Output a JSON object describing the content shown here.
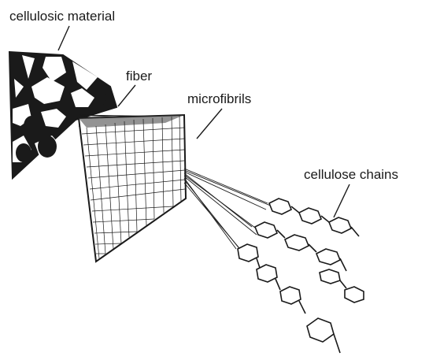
{
  "labels": {
    "material": "cellulosic material",
    "fiber": "fiber",
    "microfibrils": "microfibrils",
    "chains": "cellulose chains"
  },
  "colors": {
    "ink": "#1a1a1a",
    "paper": "#ffffff"
  }
}
